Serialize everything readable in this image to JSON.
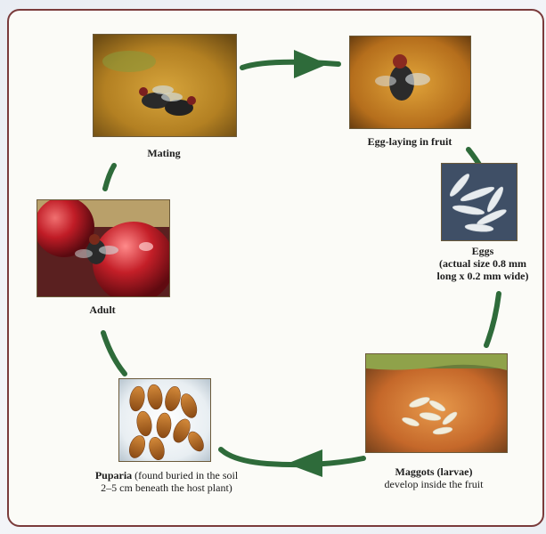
{
  "stages": {
    "mating": {
      "label": "Mating"
    },
    "egg_laying": {
      "label": "Egg-laying in fruit"
    },
    "eggs": {
      "title": "Eggs",
      "detail_1": "(actual size 0.8 mm",
      "detail_2": "long x 0.2 mm wide)"
    },
    "maggots": {
      "title": "Maggots (larvae)",
      "detail": "develop inside the fruit"
    },
    "puparia": {
      "title": "Puparia",
      "detail_1": " (found buried in the soil",
      "detail_2": "2–5 cm beneath the host plant)"
    },
    "adult": {
      "label": "Adult"
    }
  },
  "colors": {
    "arrow": "#2e6b3a",
    "border": "#7a3b3b"
  }
}
